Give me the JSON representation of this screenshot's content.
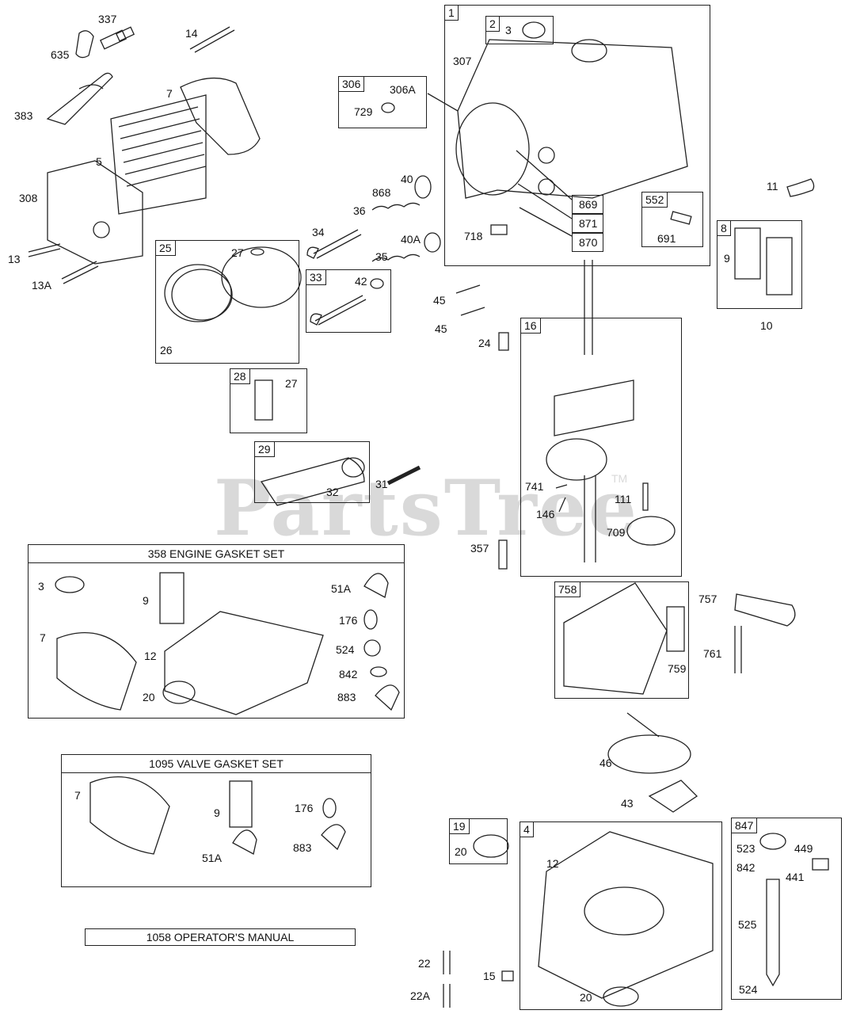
{
  "watermark": {
    "text": "PartsTree",
    "tm": "TM"
  },
  "callouts": {
    "c337": "337",
    "c635": "635",
    "c14": "14",
    "c383": "383",
    "c7": "7",
    "c5": "5",
    "c308": "308",
    "c13": "13",
    "c13a": "13A",
    "c27a": "27",
    "c26": "26",
    "c868": "868",
    "c36": "36",
    "c40": "40",
    "c34": "34",
    "c40a": "40A",
    "c35": "35",
    "c42": "42",
    "c27b": "27",
    "c31": "31",
    "c32": "32",
    "c307": "307",
    "c306a": "306A",
    "c729": "729",
    "c3": "3",
    "c869": "869",
    "c871": "871",
    "c870": "870",
    "c718": "718",
    "c691": "691",
    "c11": "11",
    "c9": "9",
    "c10": "10",
    "c45a": "45",
    "c45b": "45",
    "c24": "24",
    "c741": "741",
    "c146": "146",
    "c111": "111",
    "c709": "709",
    "c357": "357",
    "c757": "757",
    "c761": "761",
    "c759": "759",
    "c46": "46",
    "c43": "43",
    "c12": "12",
    "c20a": "20",
    "c20b": "20",
    "c22": "22",
    "c22a": "22A",
    "c15": "15",
    "c523": "523",
    "c449": "449",
    "c842": "842",
    "c441": "441",
    "c525": "525",
    "c524": "524"
  },
  "boxes": {
    "b1": "1",
    "b2": "2",
    "b306": "306",
    "b552": "552",
    "b8": "8",
    "b25": "25",
    "b33": "33",
    "b28": "28",
    "b29": "29",
    "b16": "16",
    "b758": "758",
    "b4": "4",
    "b19": "19",
    "b847": "847"
  },
  "kits": {
    "engine": {
      "title": "358 ENGINE  GASKET SET",
      "items": {
        "i3": "3",
        "i9": "9",
        "i7": "7",
        "i12": "12",
        "i20": "20",
        "i51a": "51A",
        "i176": "176",
        "i524": "524",
        "i842": "842",
        "i883": "883"
      }
    },
    "valve": {
      "title": "1095 VALVE GASKET SET",
      "items": {
        "i7": "7",
        "i9": "9",
        "i176": "176",
        "i51a": "51A",
        "i883": "883"
      }
    },
    "manual": "1058 OPERATOR'S MANUAL"
  }
}
